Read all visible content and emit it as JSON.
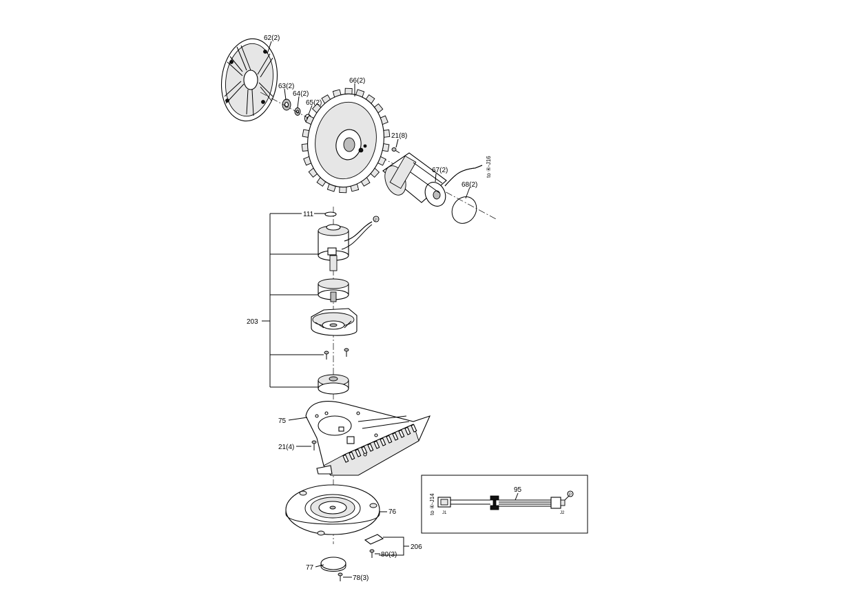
{
  "callouts": {
    "p62": "62(2)",
    "p63": "63(2)",
    "p64": "64(2)",
    "p65": "65(2)",
    "p66": "66(2)",
    "p21a": "21(8)",
    "p67": "67(2)",
    "p68": "68(2)",
    "p111": "111",
    "p203": "203",
    "p75": "75",
    "p21b": "21(4)",
    "p76": "76",
    "p206": "206",
    "p80": "80(3)",
    "p77": "77",
    "p78": "78(3)",
    "p95": "95"
  },
  "connectors": {
    "to_j16": "to ④-J16",
    "to_j14": "to ④-J14",
    "j1": "J1",
    "j2": "J2",
    "marker_p": "P"
  }
}
